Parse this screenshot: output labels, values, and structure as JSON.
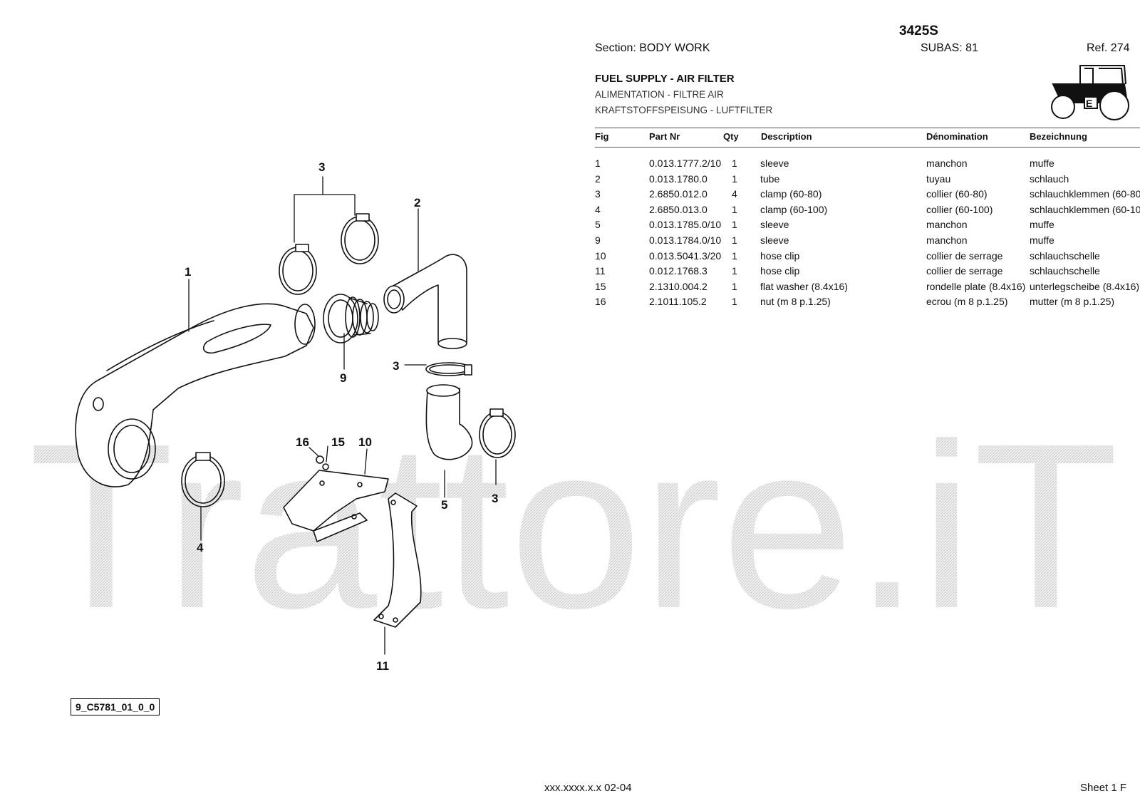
{
  "header": {
    "model": "3425S",
    "section": "Section: BODY  WORK",
    "subas": "SUBAS: 81",
    "ref": "Ref. 274"
  },
  "titles": {
    "en": "FUEL SUPPLY - AIR FILTER",
    "fr": "ALIMENTATION - FILTRE AIR",
    "de": "KRAFTSTOFFSPEISUNG - LUFTFILTER"
  },
  "table": {
    "columns": [
      "Fig",
      "Part Nr",
      "Qty",
      "Description",
      "Dénomination",
      "Bezeichnung"
    ],
    "rows": [
      [
        "1",
        "0.013.1777.2/10",
        "1",
        "sleeve",
        "manchon",
        "muffe"
      ],
      [
        "2",
        "0.013.1780.0",
        "1",
        "tube",
        "tuyau",
        "schlauch"
      ],
      [
        "3",
        "2.6850.012.0",
        "4",
        "clamp (60-80)",
        "collier (60-80)",
        "schlauchklemmen (60-80"
      ],
      [
        "4",
        "2.6850.013.0",
        "1",
        "clamp (60-100)",
        "collier (60-100)",
        "schlauchklemmen (60-10"
      ],
      [
        "5",
        "0.013.1785.0/10",
        "1",
        "sleeve",
        "manchon",
        "muffe"
      ],
      [
        "9",
        "0.013.1784.0/10",
        "1",
        "sleeve",
        "manchon",
        "muffe"
      ],
      [
        "10",
        "0.013.5041.3/20",
        "1",
        "hose clip",
        "collier de serrage",
        "schlauchschelle"
      ],
      [
        "11",
        "0.012.1768.3",
        "1",
        "hose clip",
        "collier de serrage",
        "schlauchschelle"
      ],
      [
        "15",
        "2.1310.004.2",
        "1",
        "flat washer (8.4x16)",
        "rondelle plate (8.4x16)",
        "unterlegscheibe (8.4x16)"
      ],
      [
        "16",
        "2.1011.105.2",
        "1",
        "nut (m 8 p.1.25)",
        "ecrou (m 8 p.1.25)",
        "mutter (m 8 p.1.25)"
      ]
    ]
  },
  "diagram": {
    "callouts": [
      "1",
      "2",
      "3",
      "3",
      "3",
      "4",
      "5",
      "9",
      "10",
      "11",
      "15",
      "16"
    ],
    "image_code": "9_C5781_01_0_0"
  },
  "watermark": "Trattore.iT",
  "footer": {
    "code": "xxx.xxxx.x.x  02-04",
    "sheet": "Sheet 1 F"
  },
  "colors": {
    "ink": "#111111",
    "watermark": "#d9d9d9"
  }
}
